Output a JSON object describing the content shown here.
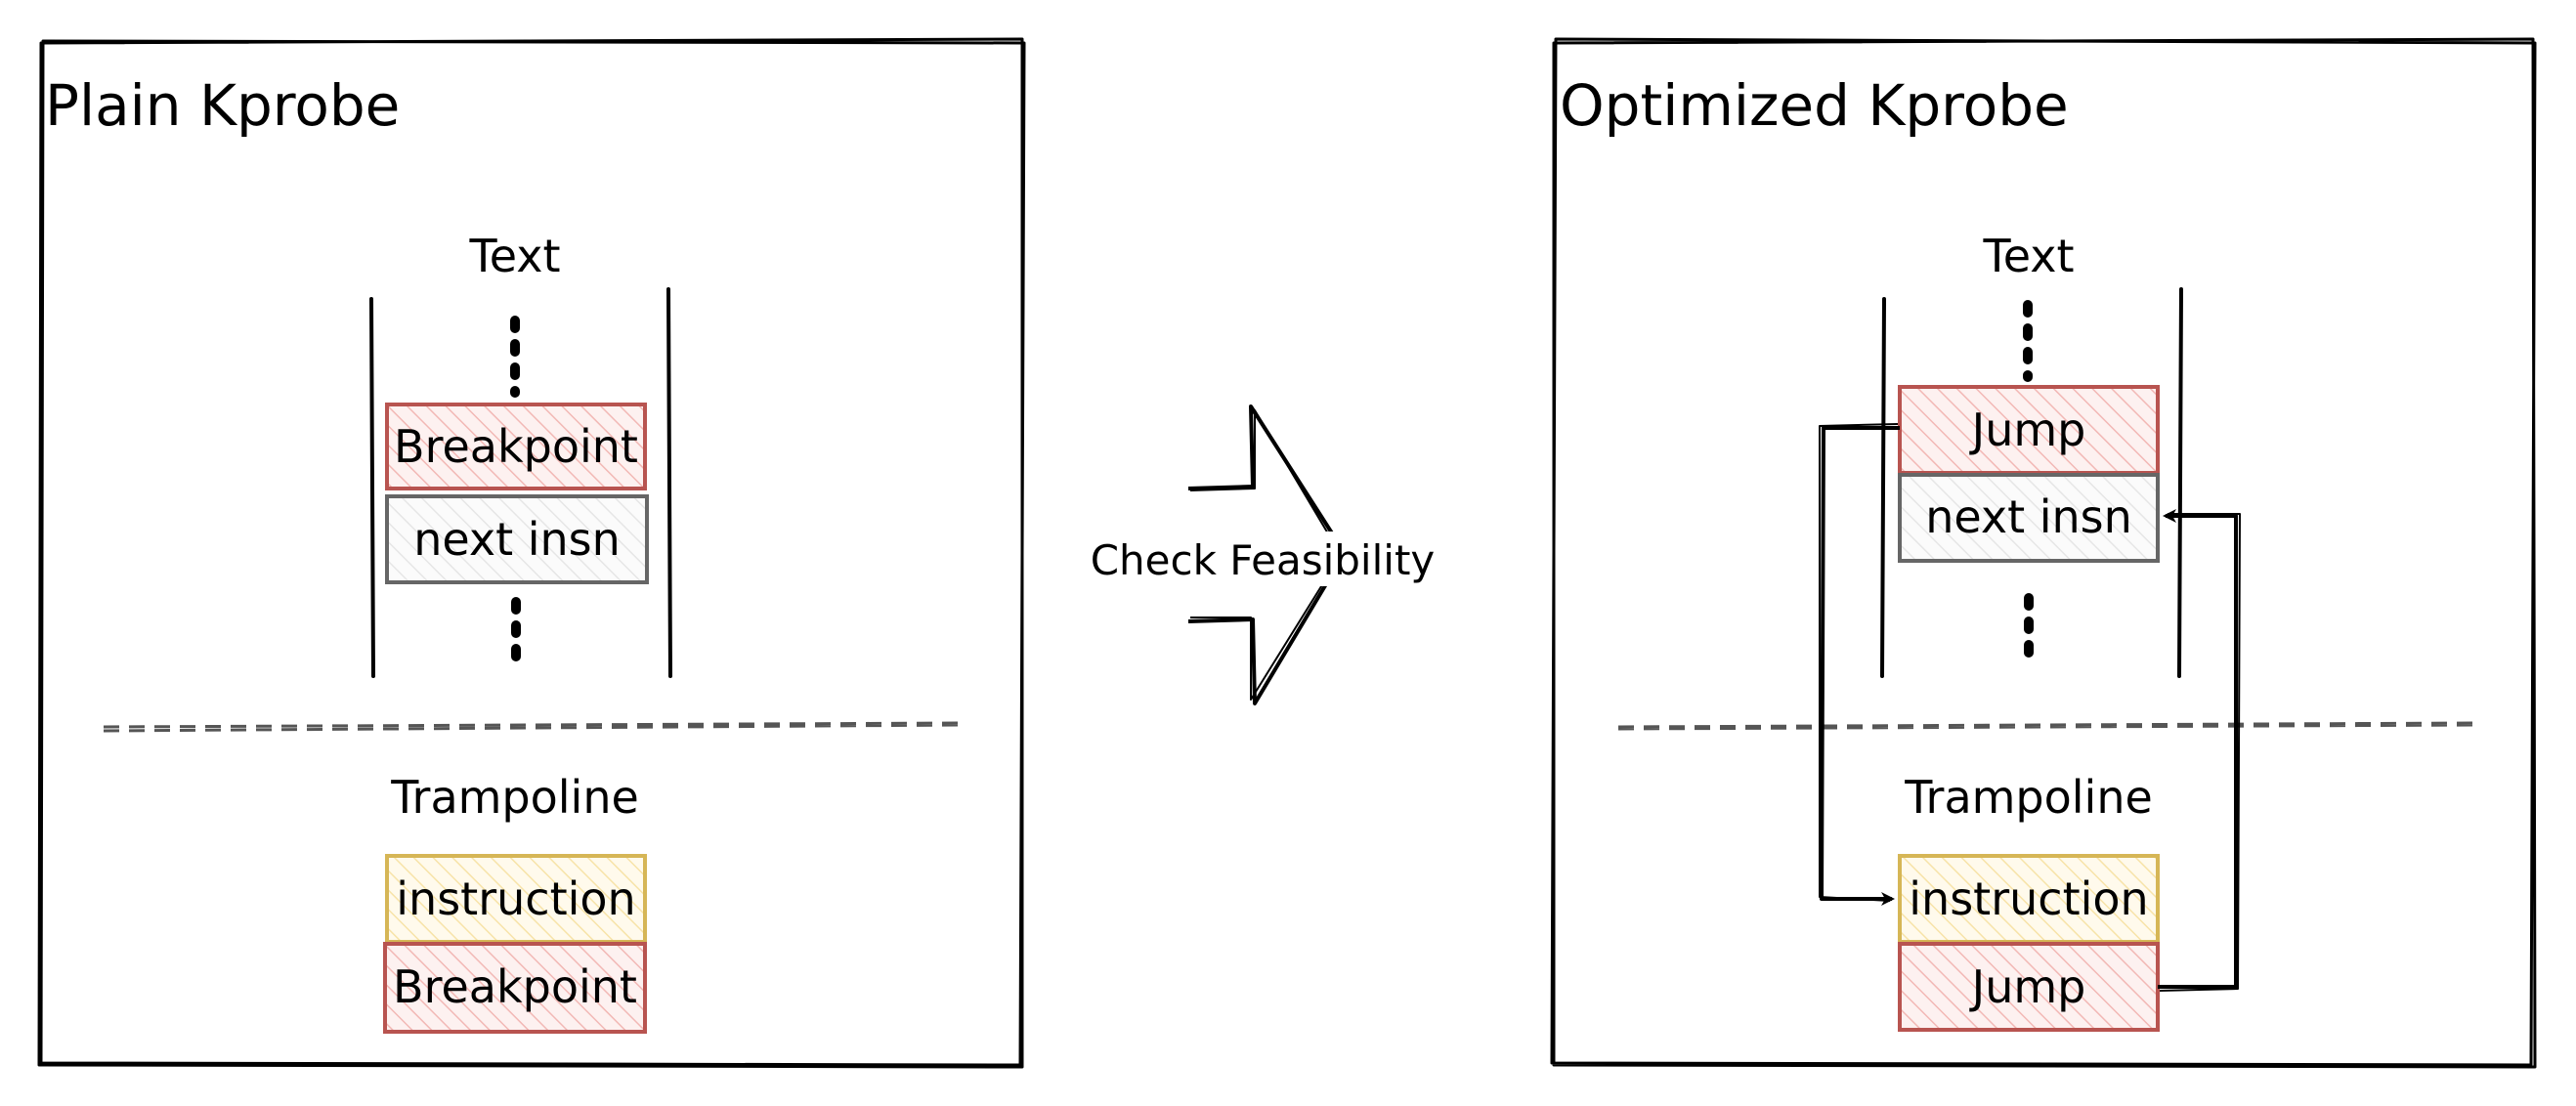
{
  "colors": {
    "stroke": "#000000",
    "breakpoint_stroke": "#b85450",
    "breakpoint_fill": "#f8cecc",
    "next_insn_stroke": "#666666",
    "next_insn_fill": "#f5f5f5",
    "instruction_stroke": "#d6b656",
    "instruction_fill": "#fff2cc",
    "divider": "#555555"
  },
  "left_panel": {
    "title": "Plain Kprobe",
    "text_section_label": "Text",
    "text_boxes": [
      "Breakpoint",
      "next insn"
    ],
    "trampoline_label": "Trampoline",
    "trampoline_boxes": [
      "instruction",
      "Breakpoint"
    ]
  },
  "center": {
    "arrow_label": "Check Feasibility"
  },
  "right_panel": {
    "title": "Optimized Kprobe",
    "text_section_label": "Text",
    "text_boxes": [
      "Jump",
      "next insn"
    ],
    "trampoline_label": "Trampoline",
    "trampoline_boxes": [
      "instruction",
      "Jump"
    ]
  }
}
